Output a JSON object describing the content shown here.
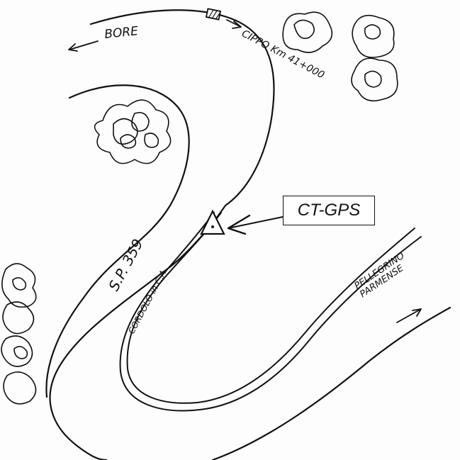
{
  "labels": {
    "direction_north": "BORE",
    "milestone": "CIPPO Km 41+000",
    "station": "CT-GPS",
    "road_name": "S.P. 359",
    "road_note": "CORDOLO in C.A.",
    "direction_south": "PELLEGRINO PARMENSE"
  },
  "icons": {
    "milestone_marker": "hatched-square-icon",
    "station_marker": "triangle-benchmark-icon",
    "trees": "tree-cluster-icon"
  },
  "colors": {
    "ink": "#111111",
    "paper": "#fdfdfd"
  }
}
